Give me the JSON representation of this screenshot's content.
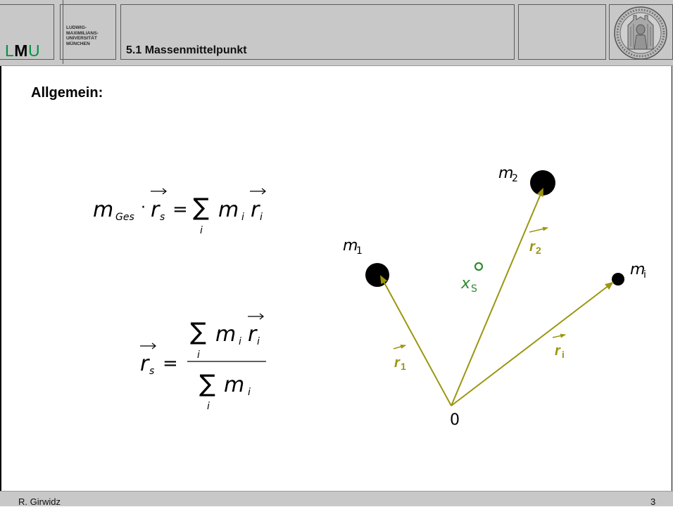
{
  "header": {
    "logo_l": "L",
    "logo_m": "M",
    "logo_u": "U",
    "university_lines": [
      "LUDWIG-",
      "MAXIMILIANS-",
      "UNIVERSITÄT",
      "MÜNCHEN"
    ],
    "title": "5.1 Massenmittelpunkt"
  },
  "content": {
    "heading": "Allgemein:"
  },
  "diagram": {
    "labels": {
      "m1": "m",
      "m1_sub": "1",
      "m2": "m",
      "m2_sub": "2",
      "mi": "m",
      "mi_sub": "i",
      "xs": "x",
      "xs_sub": "S",
      "r1": "r",
      "r1_sub": "1",
      "r2": "r",
      "r2_sub": "2",
      "ri": "r",
      "ri_sub": "i",
      "origin": "0"
    },
    "colors": {
      "vector": "#9b9610",
      "center_of_mass": "#2e8b2e",
      "mass": "#000000"
    }
  },
  "footer": {
    "author": "R. Girwidz",
    "page": "3"
  }
}
